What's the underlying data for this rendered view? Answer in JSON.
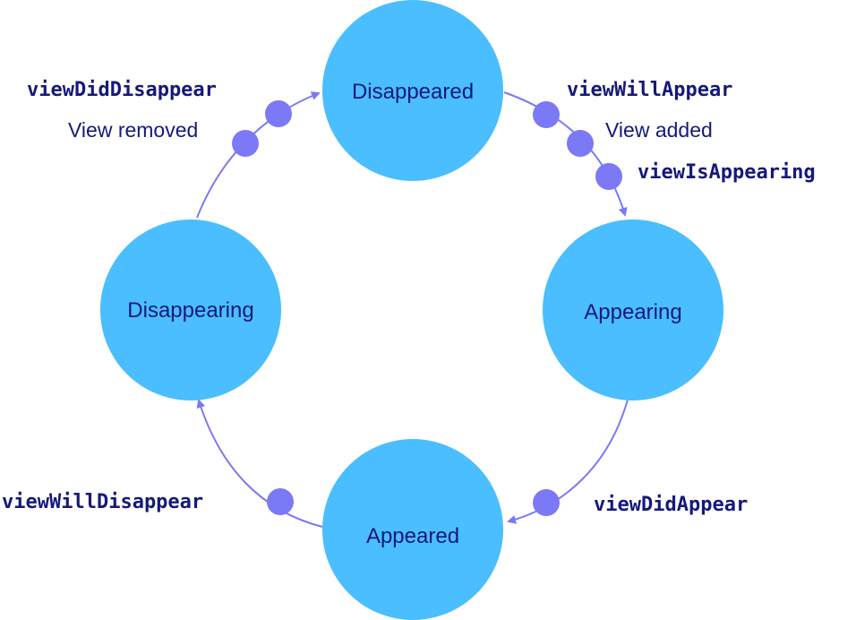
{
  "states": {
    "disappeared": "Disappeared",
    "appearing": "Appearing",
    "appeared": "Appeared",
    "disappearing": "Disappearing"
  },
  "methods": {
    "view_will_appear": "viewWillAppear",
    "view_is_appearing": "viewIsAppearing",
    "view_did_appear": "viewDidAppear",
    "view_will_disappear": "viewWillDisappear",
    "view_did_disappear": "viewDidDisappear"
  },
  "notes": {
    "view_added": "View added",
    "view_removed": "View removed"
  },
  "colors": {
    "state_fill": "#4abefe",
    "arrow": "#7b79f6",
    "marker": "#7b79f6",
    "text": "#15197a"
  }
}
